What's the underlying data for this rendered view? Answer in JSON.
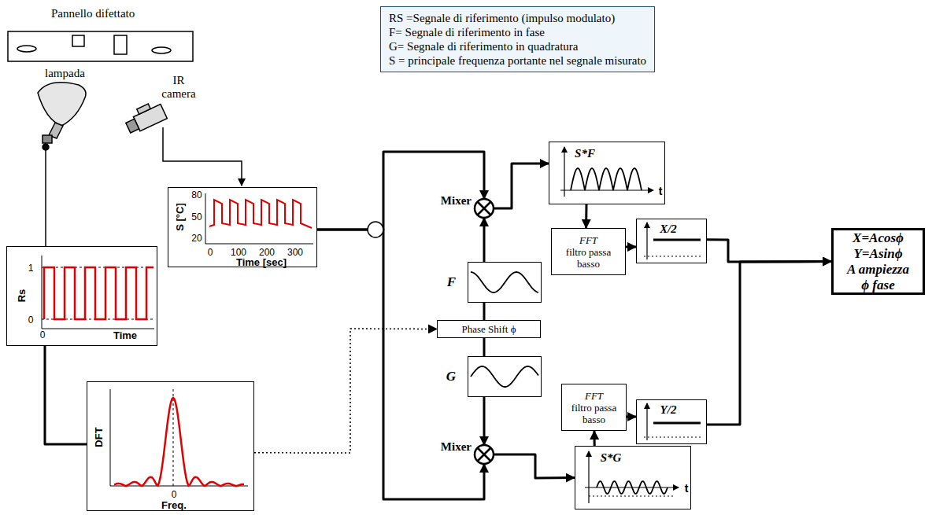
{
  "diagram": {
    "nodes": [
      {
        "text": [
          "RS =Segnale di riferimento (impulso modulato)",
          "F= Segnale di riferimento in fase",
          "G= Segnale di riferimento in quadratura",
          "S = principale frequenza portante nel segnale misurato"
        ]
      },
      {
        "text": [
          "Rs",
          "1",
          "0",
          "0",
          "Time"
        ]
      },
      {
        "text": [
          "S [°C]",
          "80",
          "50",
          "20",
          "0",
          "100",
          "200",
          "300",
          "Time [sec]"
        ]
      },
      {
        "text": [
          "Mixer"
        ]
      },
      {
        "text": [
          "S*F",
          "t"
        ]
      },
      {
        "text": [
          "F"
        ]
      },
      {
        "text": [
          "FFT",
          "filtro passa basso"
        ]
      },
      {
        "text": [
          "X/2"
        ]
      },
      {
        "text": [
          "Phase Shift ϕ"
        ]
      },
      {
        "text": [
          "X=Acosϕ",
          "Y=Asinϕ",
          "A ampiezza",
          "ϕ fase"
        ]
      },
      {
        "text": [
          "G"
        ]
      },
      {
        "text": [
          "FFT",
          "filtro passa basso"
        ]
      },
      {
        "text": [
          "Y/2"
        ]
      },
      {
        "text": [
          "DFT",
          "0",
          "Freq."
        ]
      },
      {
        "text": [
          "Mixer"
        ]
      },
      {
        "text": [
          "S*G",
          "t"
        ]
      }
    ],
    "edges": [
      {
        "from": 1,
        "to": 13,
        "arrow": "none"
      },
      {
        "from": 2,
        "to": 3,
        "arrow": "to"
      },
      {
        "from": 2,
        "to": 14,
        "arrow": "to"
      },
      {
        "from": 13,
        "to": 8,
        "arrow": "to"
      },
      {
        "from": 5,
        "to": 3,
        "arrow": "to"
      },
      {
        "from": 8,
        "to": 5,
        "arrow": "none"
      },
      {
        "from": 8,
        "to": 10,
        "arrow": "none"
      },
      {
        "from": 10,
        "to": 14,
        "arrow": "to"
      },
      {
        "from": 3,
        "to": 4,
        "arrow": "to"
      },
      {
        "from": 4,
        "to": 6,
        "arrow": "to"
      },
      {
        "from": 6,
        "to": 7,
        "arrow": "to"
      },
      {
        "from": 7,
        "to": 9,
        "arrow": "to"
      },
      {
        "from": 14,
        "to": 15,
        "arrow": "to"
      },
      {
        "from": 15,
        "to": 11,
        "arrow": "to"
      },
      {
        "from": 11,
        "to": 12,
        "arrow": "to"
      },
      {
        "from": 12,
        "to": 9,
        "arrow": "to"
      }
    ],
    "labels": [
      "Pannello difettato",
      "lampada",
      "IR camera"
    ]
  }
}
